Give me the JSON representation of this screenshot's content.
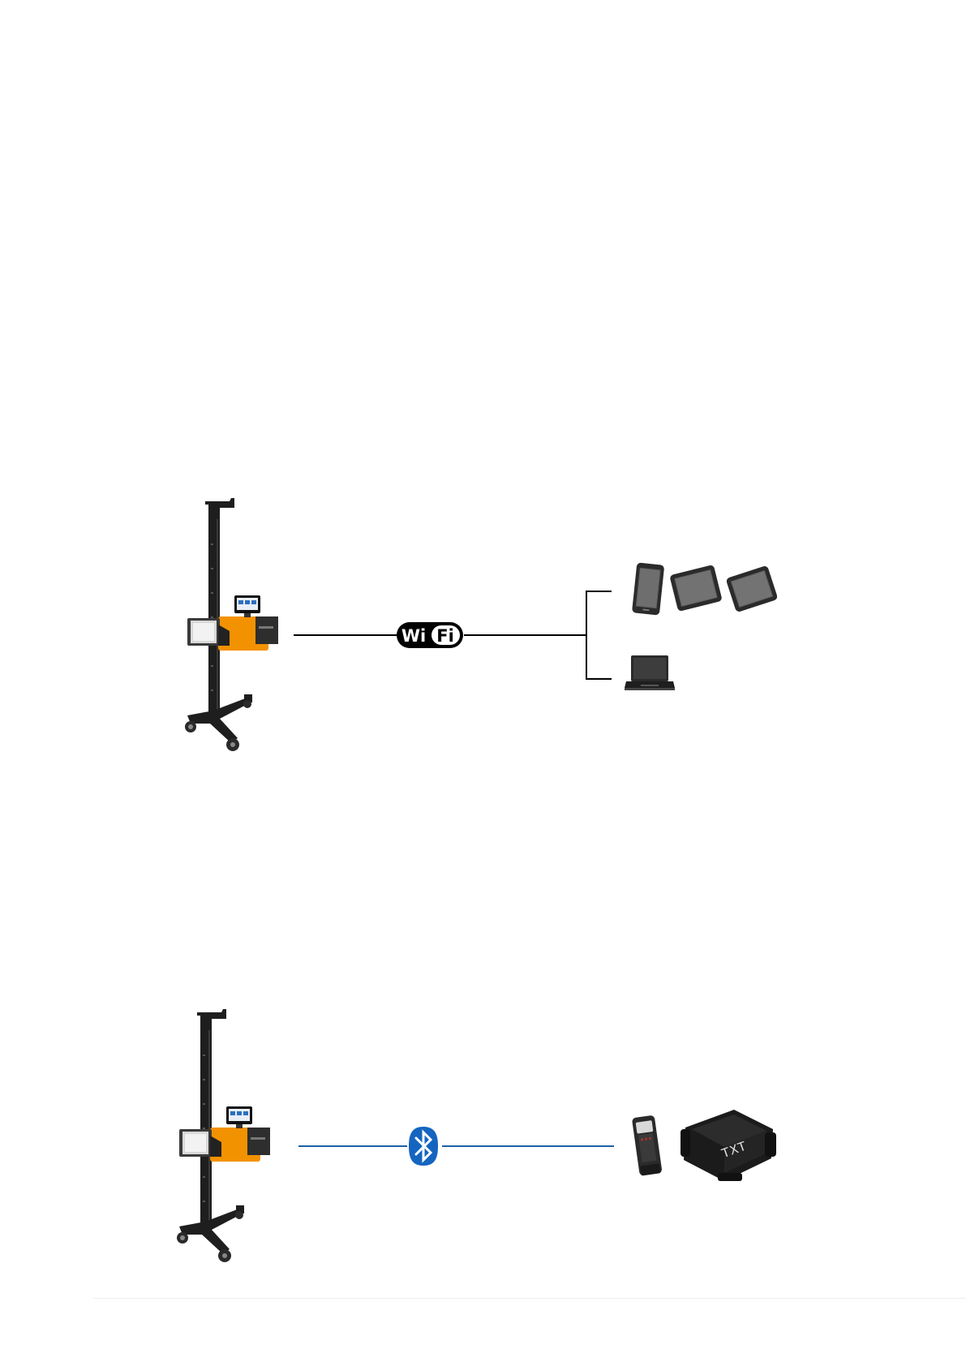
{
  "diagrams": {
    "wifi": {
      "connection": "wifi",
      "connection_logo": {
        "text_part1": "Wi",
        "text_part2": "Fi",
        "color": "#000000"
      },
      "line_color": "#000000",
      "source_device": "headlight-tester-stand",
      "target_devices": [
        "rugged-tablet-portrait",
        "rugged-tablet-landscape",
        "rugged-tablet-landscape",
        "laptop"
      ]
    },
    "bluetooth": {
      "connection": "bluetooth",
      "connection_logo": {
        "color": "#1565c0"
      },
      "line_color": "#1f5fa8",
      "source_device": "headlight-tester-stand",
      "target_devices": [
        "vci-dongle",
        "vci-box"
      ],
      "vci_box_label": "TXT"
    }
  },
  "colors": {
    "tester_body": "#f39200",
    "stand": "#1e1e1e",
    "device_dark": "#2b2b2b"
  }
}
